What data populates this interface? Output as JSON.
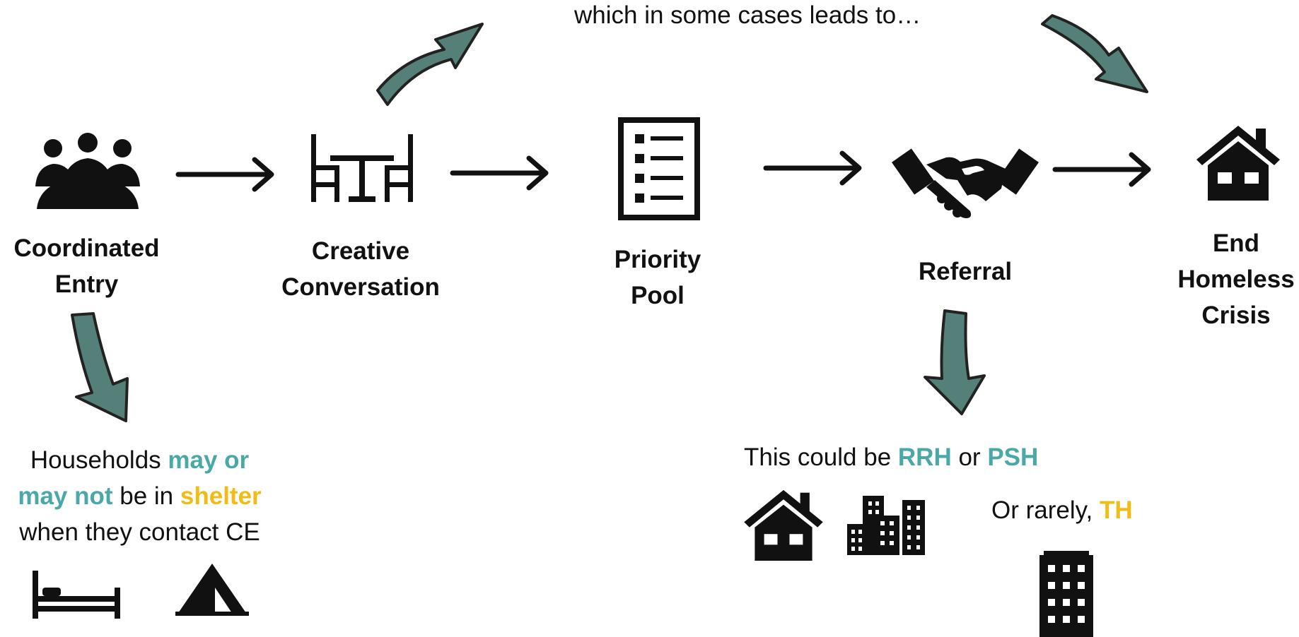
{
  "colors": {
    "teal": "#4aa8a6",
    "gold": "#f2bc16",
    "curved_arrow_fill": "#55807a",
    "black": "#111111"
  },
  "top_note": "which in some cases leads to…",
  "steps": [
    {
      "icon": "people-meeting-icon",
      "line1": "Coordinated",
      "line2": "Entry"
    },
    {
      "icon": "table-chairs-icon",
      "line1": "Creative",
      "line2": "Conversation"
    },
    {
      "icon": "checklist-icon",
      "line1": "Priority",
      "line2": "Pool"
    },
    {
      "icon": "handshake-icon",
      "line1": "Referral"
    },
    {
      "icon": "house-icon",
      "line1": "End",
      "line2": "Homeless",
      "line3": "Crisis"
    }
  ],
  "shelter_note": {
    "part1": "Households ",
    "highlight1": "may or",
    "highlight1b": "may not",
    "part2": " be in ",
    "highlight2": "shelter",
    "line3": "when they contact CE"
  },
  "referral_note": {
    "part1": "This could be ",
    "rrh": "RRH",
    "part2": " or ",
    "psh": "PSH"
  },
  "rare_note": {
    "part1": "Or rarely, ",
    "th": "TH"
  }
}
